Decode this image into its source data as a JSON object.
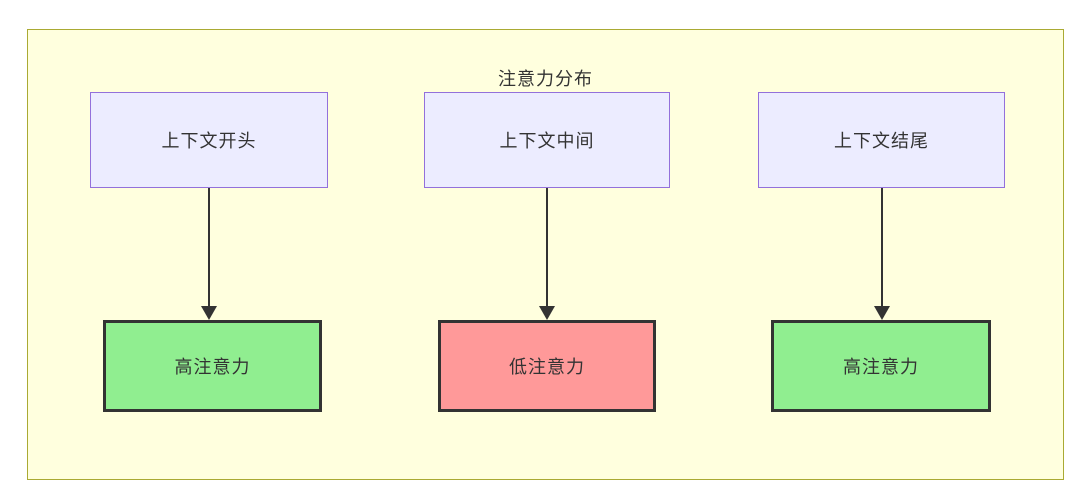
{
  "diagram": {
    "title": "注意力分布",
    "columns": [
      {
        "source": "上下文开头",
        "target": "高注意力",
        "attention": "high"
      },
      {
        "source": "上下文中间",
        "target": "低注意力",
        "attention": "low"
      },
      {
        "source": "上下文结尾",
        "target": "高注意力",
        "attention": "high"
      }
    ],
    "colors": {
      "cluster_bg": "#ffffde",
      "cluster_border": "#aaaa33",
      "source_node_bg": "#ececff",
      "source_node_border": "#9370db",
      "high_attention_bg": "#90ee90",
      "low_attention_bg": "#ff9999",
      "dark_border": "#333333",
      "text": "#333333"
    }
  }
}
